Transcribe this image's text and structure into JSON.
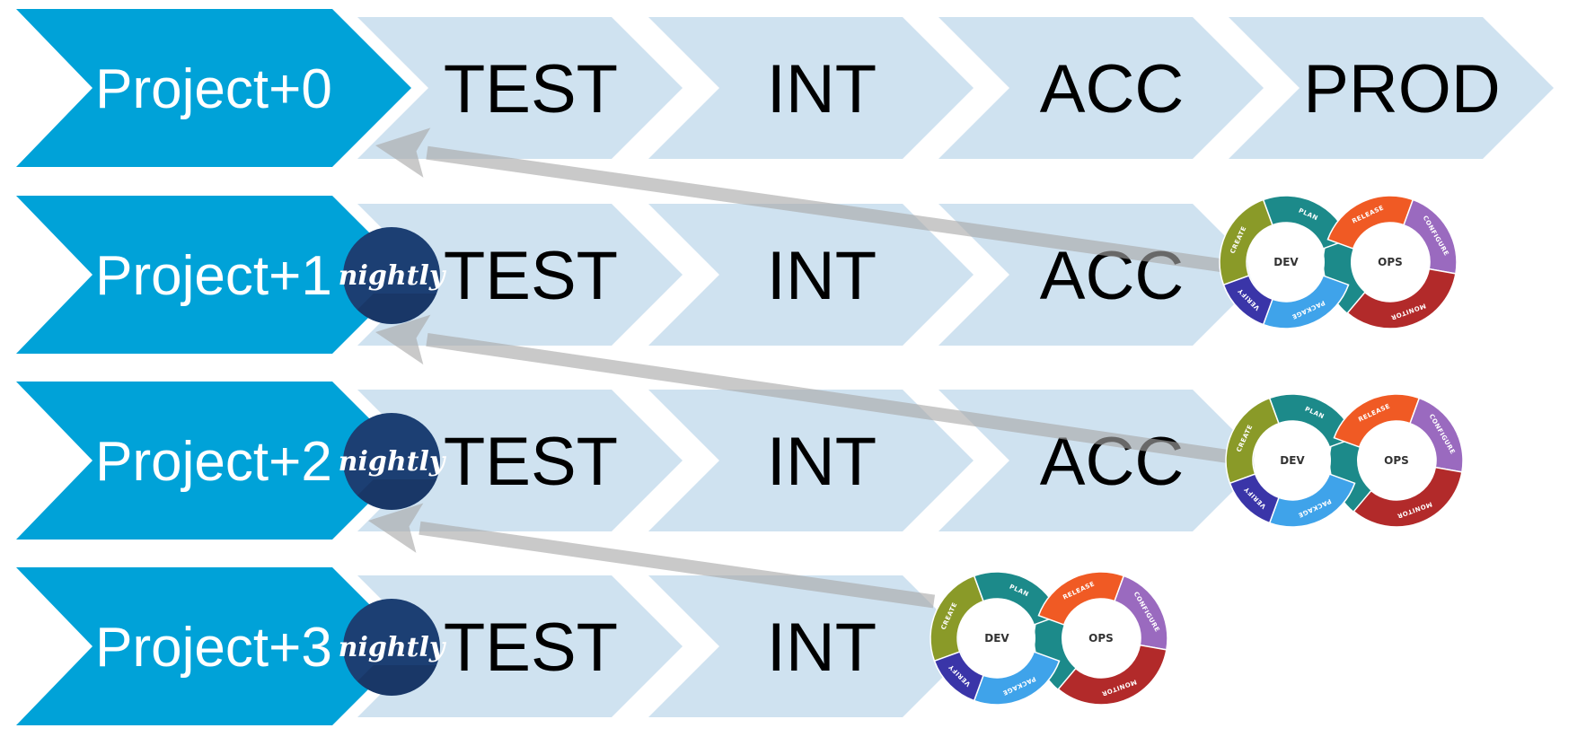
{
  "rows": [
    {
      "project": "Project+0",
      "badge": "",
      "stages": [
        "TEST",
        "INT",
        "ACC",
        "PROD"
      ],
      "devops": false
    },
    {
      "project": "Project+1",
      "badge": "nightly",
      "stages": [
        "TEST",
        "INT",
        "ACC"
      ],
      "devops": true
    },
    {
      "project": "Project+2",
      "badge": "nightly",
      "stages": [
        "TEST",
        "INT",
        "ACC"
      ],
      "devops": true
    },
    {
      "project": "Project+3",
      "badge": "nightly",
      "stages": [
        "TEST",
        "INT"
      ],
      "devops": true
    }
  ],
  "devops_loop": {
    "left": "DEV",
    "right": "OPS",
    "segments": [
      {
        "label": "CREATE",
        "color": "#8a9a28"
      },
      {
        "label": "PLAN",
        "color": "#1c8a8a"
      },
      {
        "label": "RELEASE",
        "color": "#f05a24"
      },
      {
        "label": "CONFIGURE",
        "color": "#9a6abf"
      },
      {
        "label": "MONITOR",
        "color": "#b22a2a"
      },
      {
        "label": "PACKAGE",
        "color": "#3fa3ea"
      },
      {
        "label": "VERIFY",
        "color": "#3a35a8"
      }
    ]
  },
  "colors": {
    "project_arrow": "#00a2d8",
    "stage_arrow": "#cfe2f0",
    "badge": "#1c3f73",
    "promote_arrow": "#a9a9a9"
  }
}
